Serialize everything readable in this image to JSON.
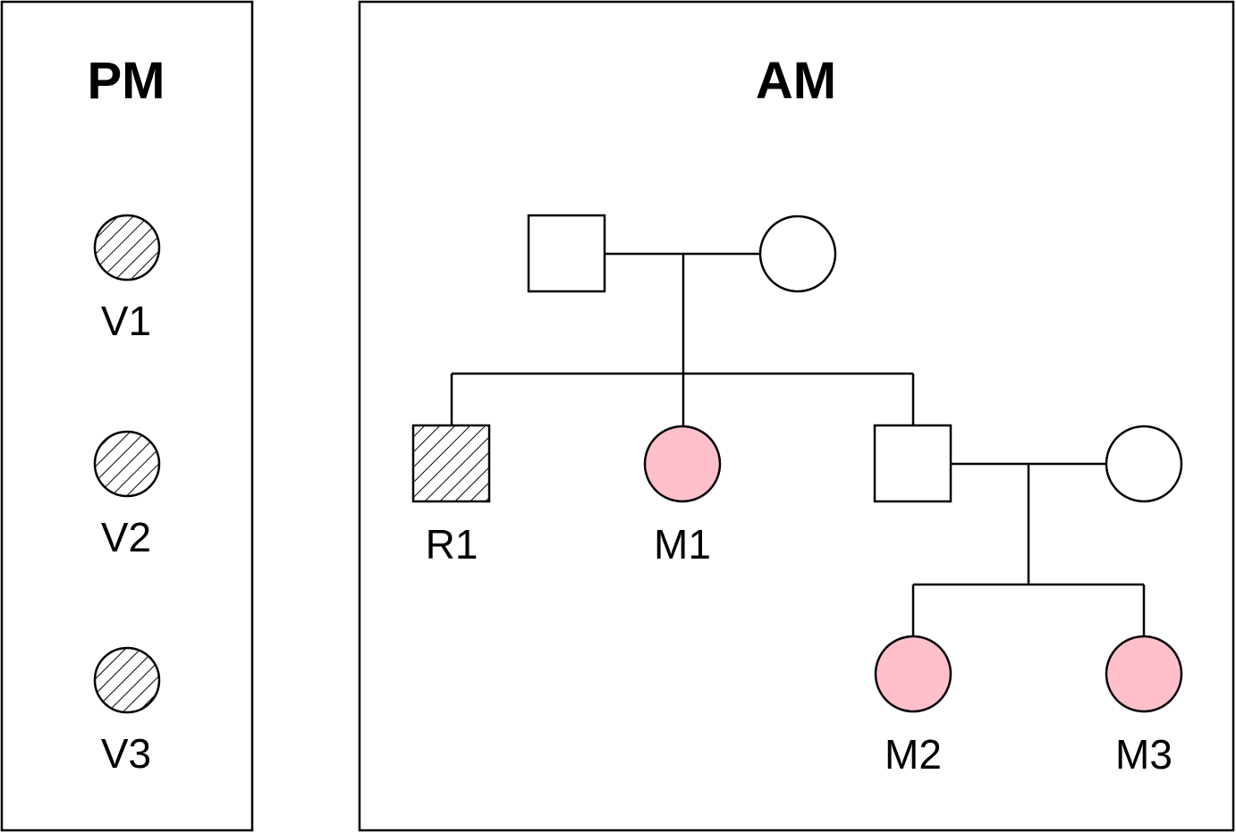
{
  "panels": {
    "pm": {
      "title": "PM"
    },
    "am": {
      "title": "AM"
    }
  },
  "pm_individuals": [
    {
      "id": "V1",
      "label": "V1",
      "shape": "circle",
      "fill": "hatched"
    },
    {
      "id": "V2",
      "label": "V2",
      "shape": "circle",
      "fill": "hatched"
    },
    {
      "id": "V3",
      "label": "V3",
      "shape": "circle",
      "fill": "hatched"
    }
  ],
  "am_individuals": {
    "grandfather": {
      "label": "",
      "shape": "square",
      "fill": "white"
    },
    "grandmother": {
      "label": "",
      "shape": "circle",
      "fill": "white"
    },
    "r1": {
      "label": "R1",
      "shape": "square",
      "fill": "hatched"
    },
    "m1": {
      "label": "M1",
      "shape": "circle",
      "fill": "pink"
    },
    "son": {
      "label": "",
      "shape": "square",
      "fill": "white"
    },
    "spouse": {
      "label": "",
      "shape": "circle",
      "fill": "white"
    },
    "m2": {
      "label": "M2",
      "shape": "circle",
      "fill": "pink"
    },
    "m3": {
      "label": "M3",
      "shape": "circle",
      "fill": "pink"
    }
  },
  "colors": {
    "pink": "#ffc0cb",
    "white": "#ffffff",
    "line": "#000000"
  }
}
